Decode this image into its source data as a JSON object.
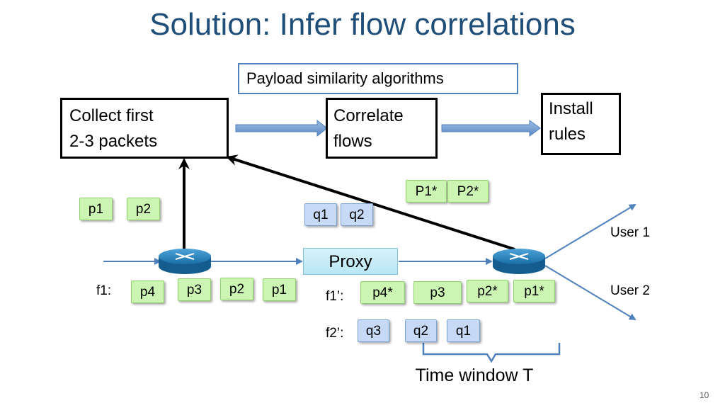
{
  "title": "Solution: Infer flow correlations",
  "payload_box": "Payload similarity algorithms",
  "stages": {
    "collect": "Collect first\n2-3 packets",
    "correlate": "Correlate\nflows",
    "install": "Install\nrules"
  },
  "idle_packets": {
    "p1": "p1",
    "p2": "p2",
    "q1": "q1",
    "q2": "q2"
  },
  "top_correlated": {
    "first": "P1*",
    "second": "P2*"
  },
  "proxy": "Proxy",
  "users": {
    "user1": "User 1",
    "user2": "User 2"
  },
  "flow_f1": {
    "label": "f1:",
    "packets": [
      "p4",
      "p3",
      "p2",
      "p1"
    ]
  },
  "flow_f1_prime": {
    "label": "f1’:",
    "packets": [
      "p4*",
      "p3",
      "p2*",
      "p1*"
    ]
  },
  "flow_f2_prime": {
    "label": "f2’:",
    "packets": [
      "q3",
      "q2",
      "q1"
    ]
  },
  "window_caption": "Time window T",
  "page_number": "10",
  "colors": {
    "title": "#1f4e79",
    "arrow_blue": "#4f81bd",
    "packet_green": "#ccf5b4",
    "packet_blue": "#c6d9f5",
    "router": "#1b7fbd"
  }
}
